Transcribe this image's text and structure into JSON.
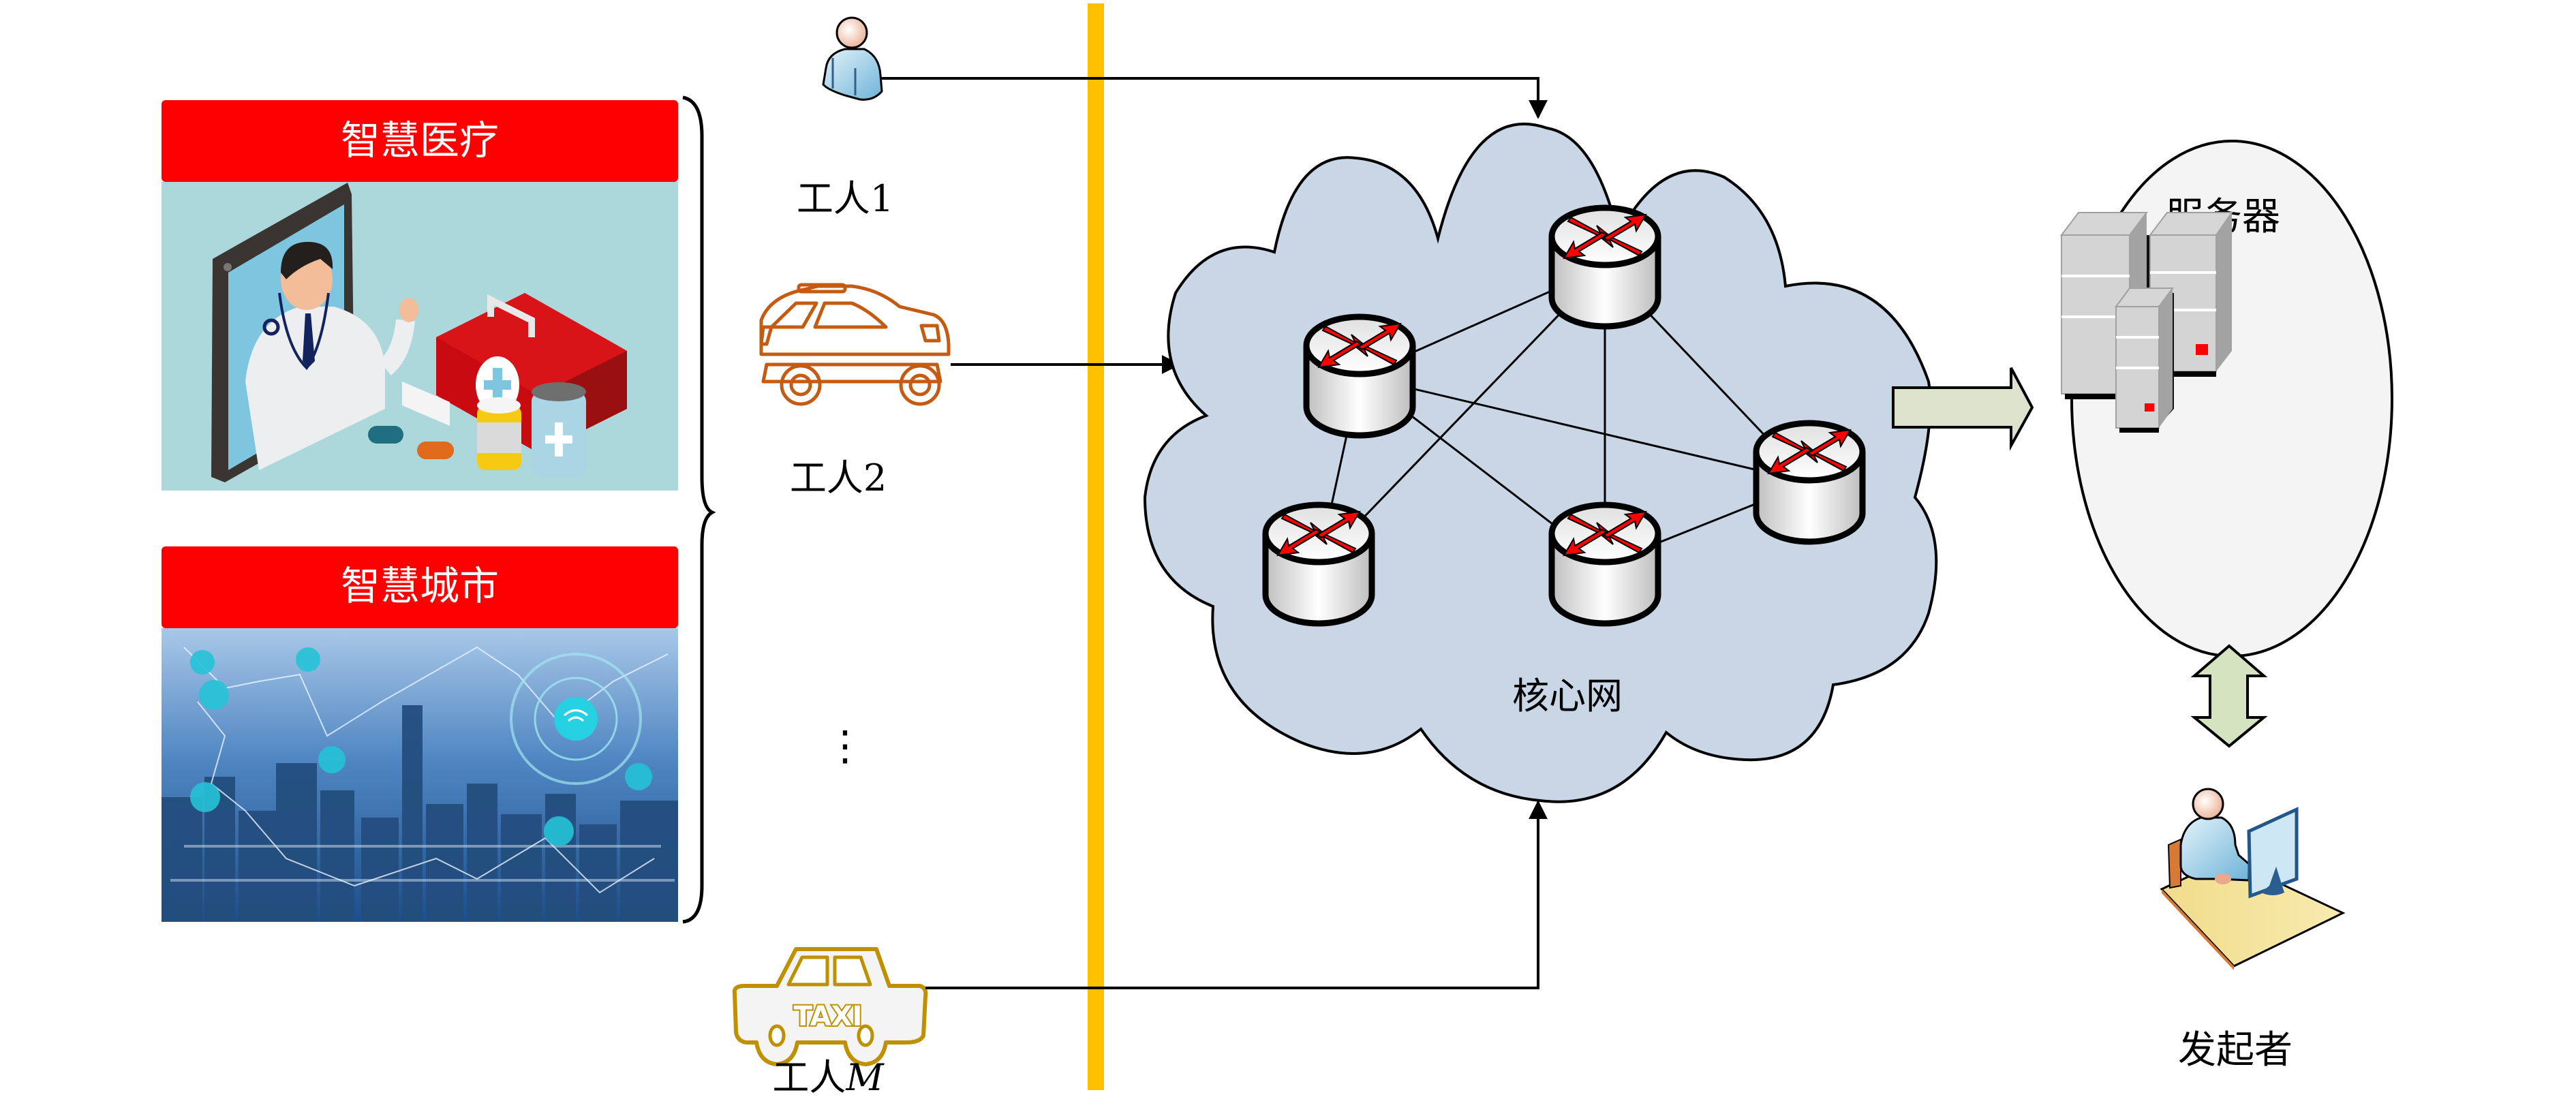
{
  "colors": {
    "header_red": "#ff0000",
    "medical_bg": "#acd8db",
    "city_sky": "#4f86c2",
    "divider_yellow": "#ffc000",
    "cloud_fill": "#c8d6e6",
    "server_ellipse_fill": "#f4f4f4",
    "block_arrow_fill": "#dde2cd",
    "double_arrow_fill": "#d6e3c0",
    "car_orange": "#c55a11",
    "taxi_gold": "#bf9000",
    "router_arrow_red": "#ff0000"
  },
  "applications": [
    {
      "id": "medical",
      "title": "智慧医疗",
      "image": "doctor-on-phone-with-medical-kit"
    },
    {
      "id": "city",
      "title": "智慧城市",
      "image": "smart-city-skyline-network"
    }
  ],
  "workers": [
    {
      "id": "worker-1",
      "label": "工人",
      "index": "1",
      "icon": "person-icon"
    },
    {
      "id": "worker-2",
      "label": "工人",
      "index": "2",
      "icon": "car-icon"
    },
    {
      "id": "worker-ellipsis",
      "label": "⋮"
    },
    {
      "id": "worker-m",
      "label": "工人",
      "index": "M",
      "icon": "taxi-icon",
      "icon_text": "TAXI"
    }
  ],
  "core_network": {
    "label": "核心网",
    "routers": [
      {
        "id": "router-1"
      },
      {
        "id": "router-2"
      },
      {
        "id": "router-3"
      },
      {
        "id": "router-4"
      },
      {
        "id": "router-5"
      }
    ],
    "links": [
      [
        "router-1",
        "router-2"
      ],
      [
        "router-1",
        "router-3"
      ],
      [
        "router-1",
        "router-4"
      ],
      [
        "router-1",
        "router-5"
      ],
      [
        "router-2",
        "router-3"
      ],
      [
        "router-2",
        "router-4"
      ],
      [
        "router-2",
        "router-5"
      ],
      [
        "router-3",
        "router-5"
      ]
    ]
  },
  "server": {
    "label": "服务器",
    "count": 3
  },
  "initiator": {
    "label": "发起者"
  }
}
